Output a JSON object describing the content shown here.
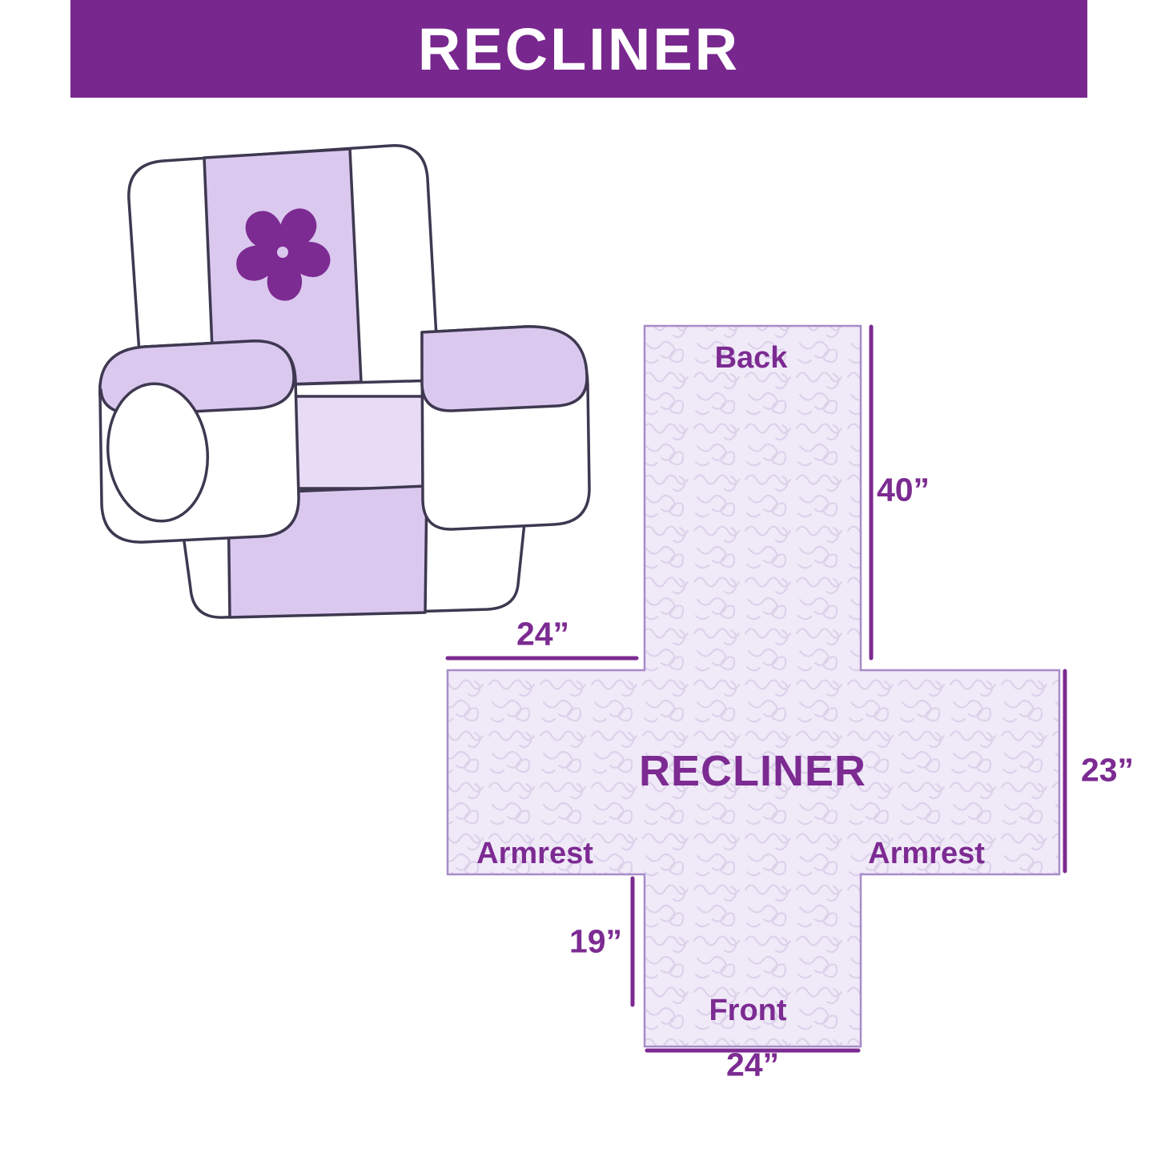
{
  "header": {
    "title": "RECLINER"
  },
  "diagram": {
    "center_label": "RECLINER",
    "labels": {
      "back": "Back",
      "front": "Front",
      "armrest_left": "Armrest",
      "armrest_right": "Armrest"
    },
    "dimensions": {
      "back_height": "40”",
      "armrest_top": "24”",
      "side_width": "23”",
      "front_height": "19”",
      "front_width": "24”"
    }
  },
  "illustration": {
    "subject": "recliner chair with quilted protective cover and pinwheel logo"
  },
  "colors": {
    "header_purple": "#78278E",
    "label_purple": "#7C2B92",
    "cover_lavender": "#DBC8EF",
    "cross_fill": "#F0EAF8",
    "cross_border": "#A78CC9",
    "quilt_squiggle": "#DCD2EA",
    "chair_outline": "#3E3850"
  }
}
